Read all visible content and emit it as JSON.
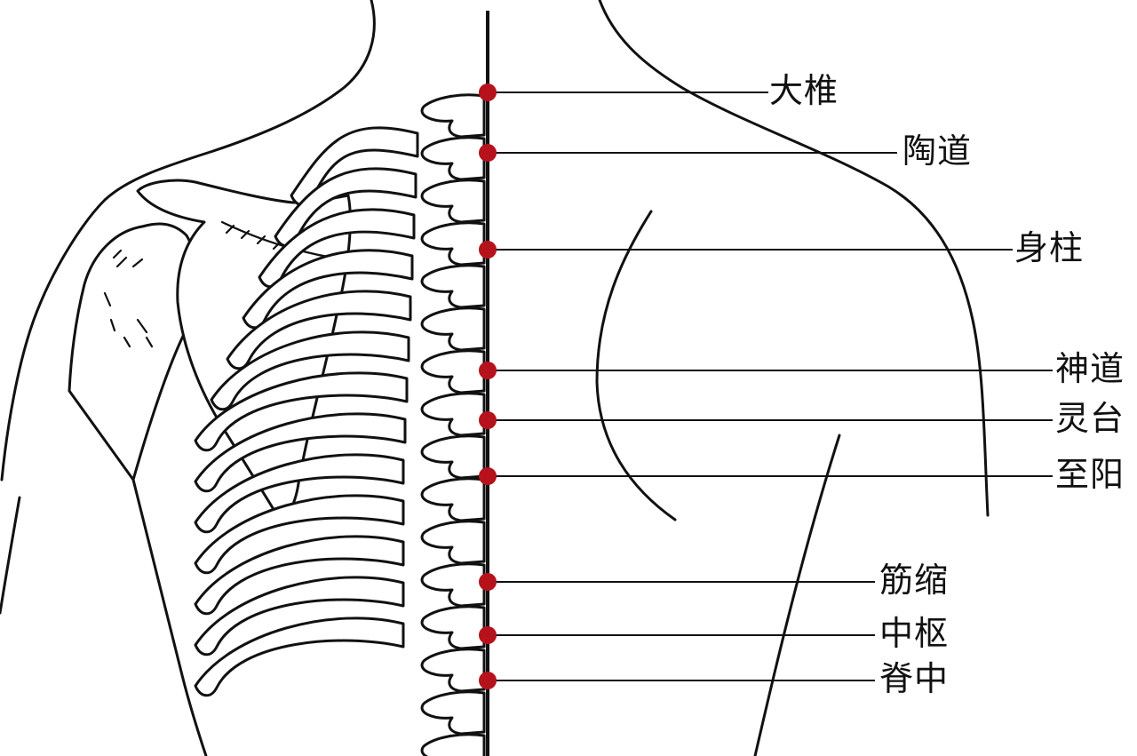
{
  "diagram": {
    "point_color": "#b5121b",
    "line_color": "#111111",
    "acupoints": [
      {
        "name": "大椎"
      },
      {
        "name": "陶道"
      },
      {
        "name": "身柱"
      },
      {
        "name": "神道"
      },
      {
        "name": "灵台"
      },
      {
        "name": "至阳"
      },
      {
        "name": "筋缩"
      },
      {
        "name": "中枢"
      },
      {
        "name": "脊中"
      }
    ]
  }
}
